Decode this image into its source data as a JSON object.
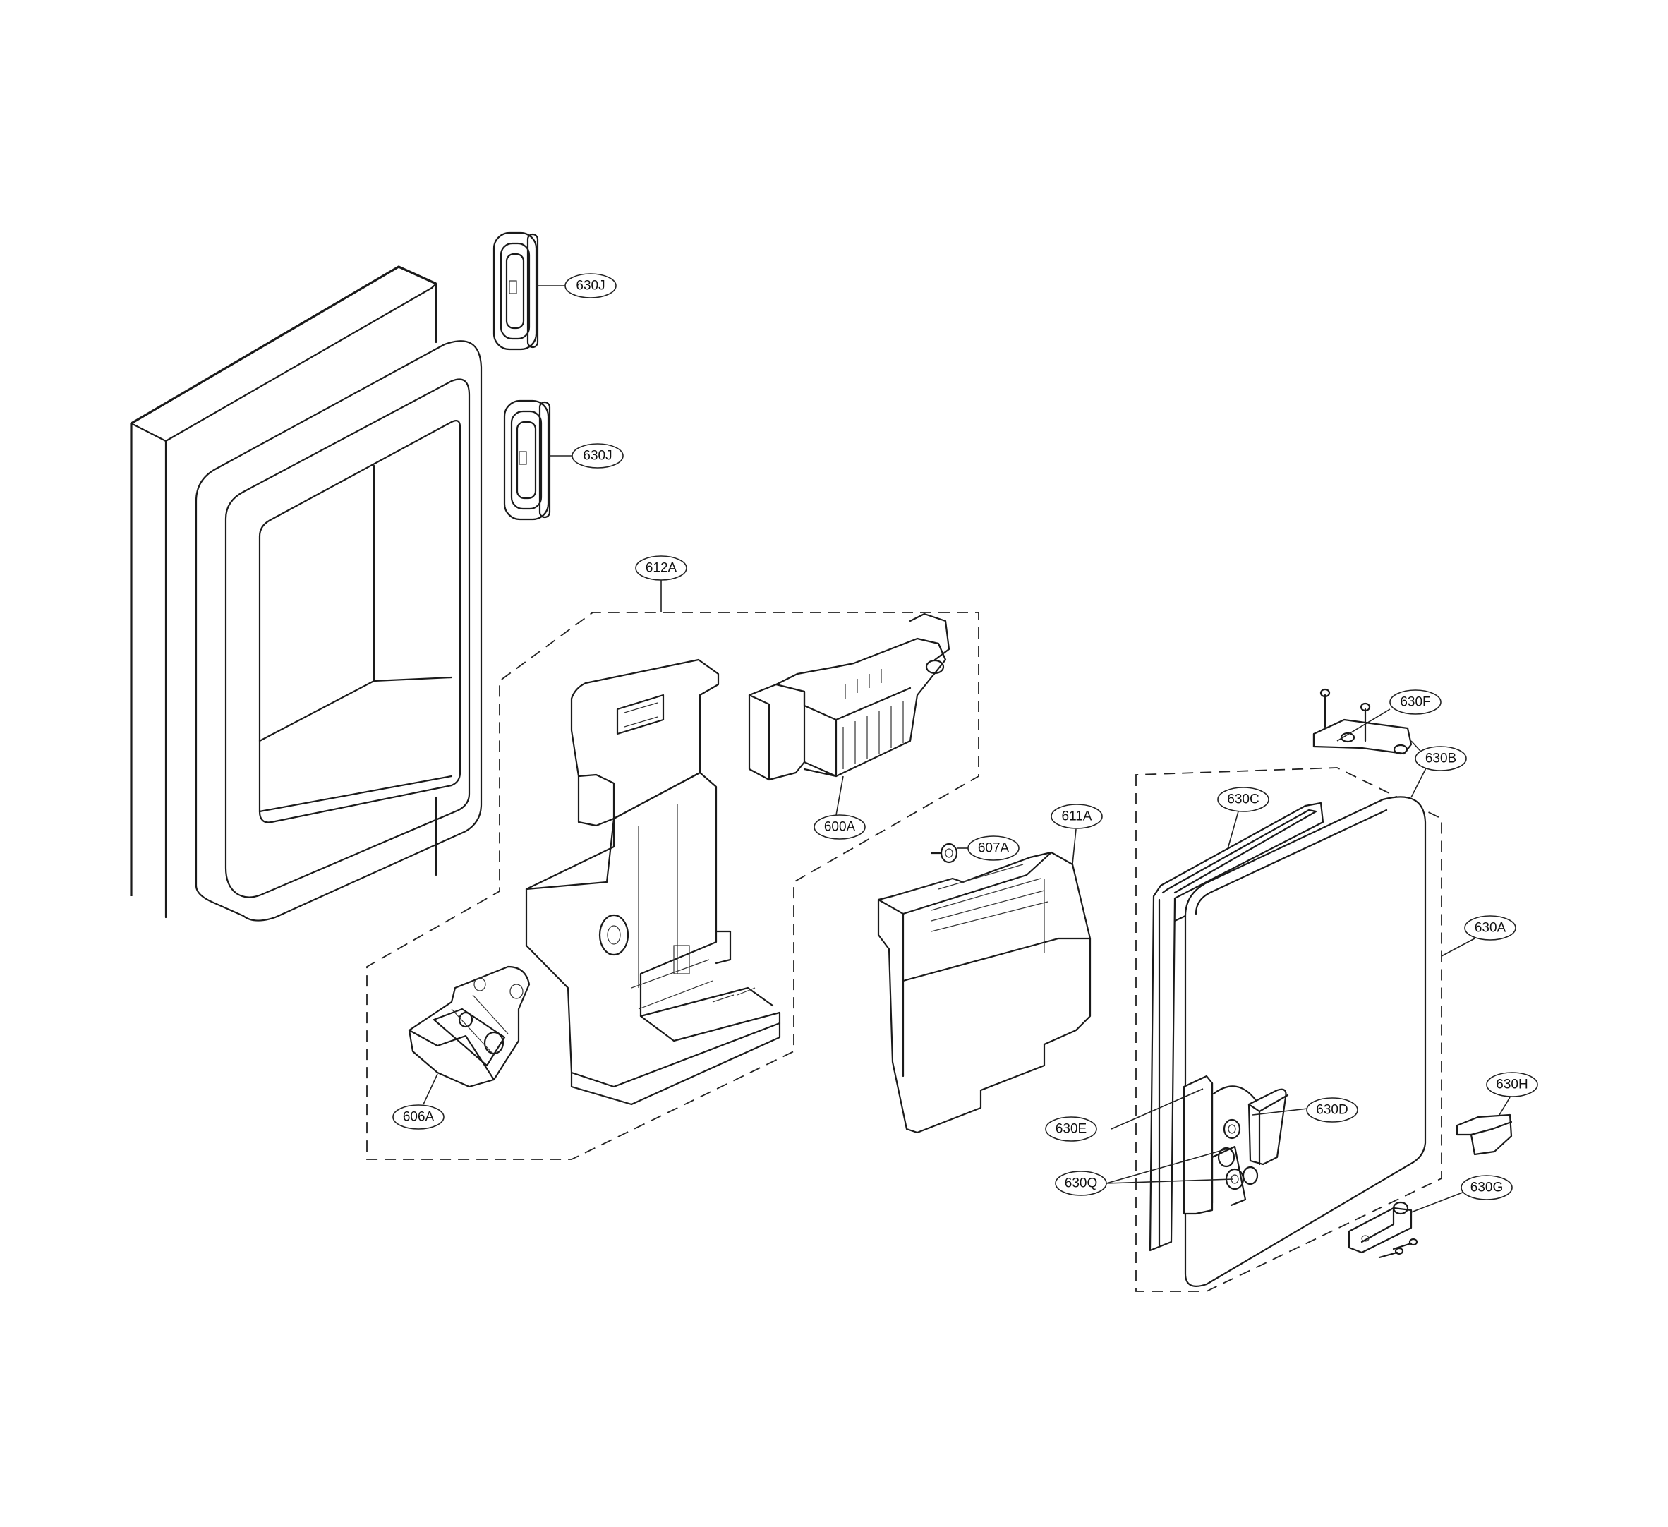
{
  "diagram": {
    "callouts": [
      {
        "id": "630J_top",
        "label": "630J"
      },
      {
        "id": "630J_mid",
        "label": "630J"
      },
      {
        "id": "612A",
        "label": "612A"
      },
      {
        "id": "600A",
        "label": "600A"
      },
      {
        "id": "607A",
        "label": "607A"
      },
      {
        "id": "611A",
        "label": "611A"
      },
      {
        "id": "606A",
        "label": "606A"
      },
      {
        "id": "630F",
        "label": "630F"
      },
      {
        "id": "630B",
        "label": "630B"
      },
      {
        "id": "630C",
        "label": "630C"
      },
      {
        "id": "630A",
        "label": "630A"
      },
      {
        "id": "630H",
        "label": "630H"
      },
      {
        "id": "630D",
        "label": "630D"
      },
      {
        "id": "630E",
        "label": "630E"
      },
      {
        "id": "630Q",
        "label": "630Q"
      },
      {
        "id": "630G",
        "label": "630G"
      }
    ]
  }
}
